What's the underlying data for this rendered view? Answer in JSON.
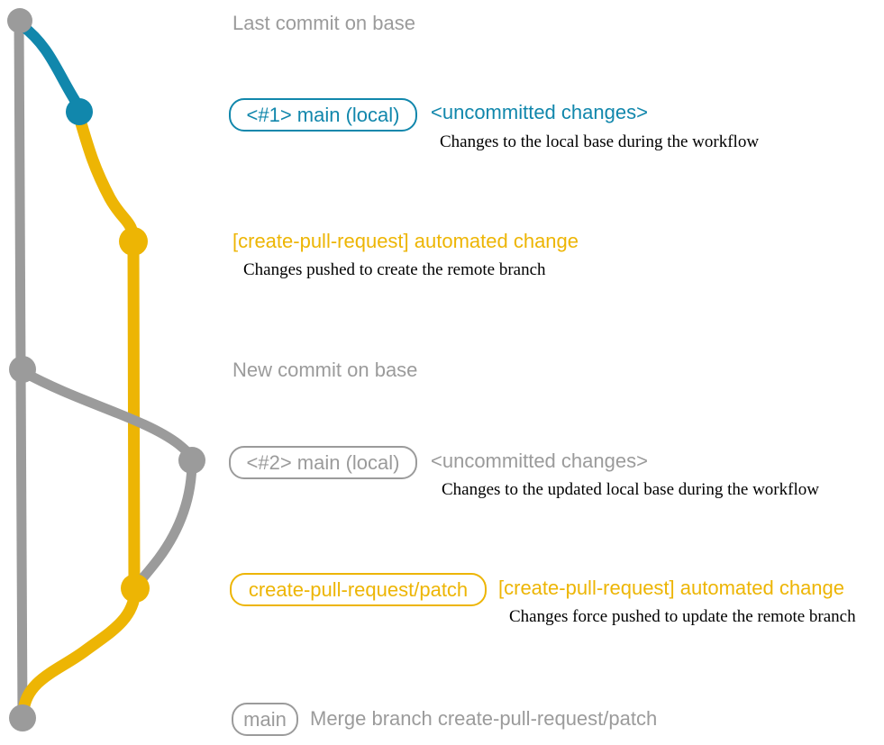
{
  "colors": {
    "gray": "#9b9b9b",
    "blue": "#1187ac",
    "yellow": "#edb504",
    "caption": "#000000",
    "background": "#ffffff"
  },
  "annotations": {
    "last_commit": "Last commit on base",
    "new_commit": "New commit on base"
  },
  "rows": {
    "local1": {
      "badge": "<#1> main (local)",
      "heading": "<uncommitted changes>",
      "caption": "Changes to the local base during the workflow"
    },
    "cpr1": {
      "heading": "[create-pull-request] automated change",
      "caption": "Changes pushed to create the remote branch"
    },
    "local2": {
      "badge": "<#2> main (local)",
      "heading": "<uncommitted changes>",
      "caption": "Changes to the updated local base during the workflow"
    },
    "cpr2": {
      "badge": "create-pull-request/patch",
      "heading": "[create-pull-request] automated change",
      "caption": "Changes force pushed to update the remote branch"
    },
    "merge": {
      "badge": "main",
      "caption": "Merge branch create-pull-request/patch"
    }
  },
  "graph": {
    "base_branch": "base",
    "local_branch": "main (local)",
    "remote_branch": "create-pull-request/patch",
    "commit_count": 7
  }
}
